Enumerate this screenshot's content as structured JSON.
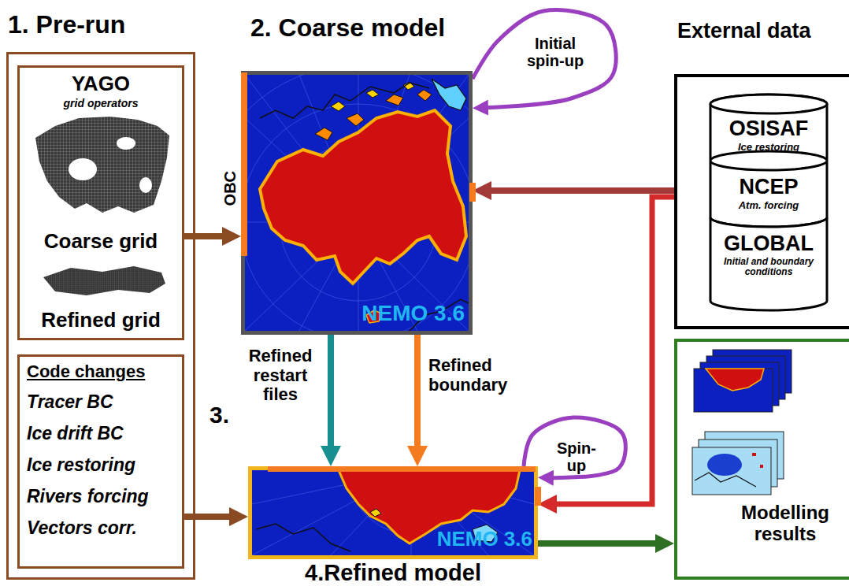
{
  "diagram": {
    "nodes": [
      {
        "text": [
          "1. Pre-run"
        ]
      },
      {
        "text": [
          "YAGO",
          "grid operators",
          "Coarse grid",
          "Refined grid"
        ],
        "in": 0
      },
      {
        "text": [
          "Code changes",
          "Tracer BC",
          "Ice drift BC",
          "Ice restoring",
          "Rivers forcing",
          "Vectors corr."
        ],
        "in": 0
      },
      {
        "text": [
          "2. Coarse model",
          "NEMO 3.6"
        ]
      },
      {
        "text": [
          "External data"
        ]
      },
      {
        "text": [
          "OSISAF",
          "Ice restoring"
        ],
        "in": 4
      },
      {
        "text": [
          "NCEP",
          "Atm. forcing"
        ],
        "in": 4
      },
      {
        "text": [
          "GLOBAL",
          "Initial and boundary conditions"
        ],
        "in": 4
      },
      {
        "text": [
          "4.Refined model",
          "NEMO 3.6"
        ]
      },
      {
        "text": [
          "Modelling results"
        ]
      }
    ],
    "edges": [
      {
        "from": 1,
        "to": 3,
        "arrow": "to"
      },
      {
        "from": 2,
        "to": 8,
        "arrow": "to"
      },
      {
        "from": 4,
        "to": 3,
        "arrow": "to"
      },
      {
        "from": 4,
        "to": 8,
        "arrow": "to"
      },
      {
        "from": 3,
        "to": 8,
        "label": "Refined restart files",
        "arrow": "to"
      },
      {
        "from": 3,
        "to": 8,
        "label": "Refined boundary",
        "arrow": "to"
      },
      {
        "from": 3,
        "to": 3,
        "label": "Initial spin-up",
        "arrow": "to"
      },
      {
        "from": 8,
        "to": 8,
        "label": "Spin-up",
        "arrow": "to"
      },
      {
        "from": 8,
        "to": 9,
        "arrow": "to"
      }
    ],
    "labels": [
      "OBC",
      "3."
    ]
  }
}
